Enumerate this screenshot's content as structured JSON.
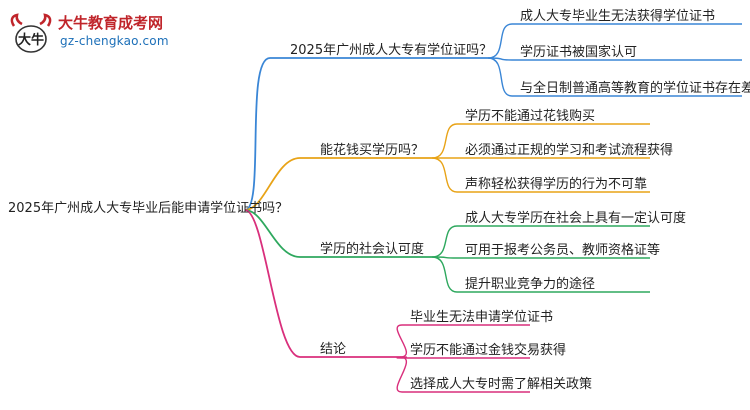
{
  "logo": {
    "mark_text": "大牛",
    "title": "大牛教育成考网",
    "url": "gz-chengkao.com"
  },
  "mindmap": {
    "root": "2025年广州成人大专毕业后能申请学位证书吗？",
    "branches": [
      {
        "label": "2025年广州成人大专有学位证吗？",
        "color": "#3a86d6",
        "children": [
          "成人大专毕业生无法获得学位证书",
          "学历证书被国家认可",
          "与全日制普通高等教育的学位证书存在差异"
        ]
      },
      {
        "label": "能花钱买学历吗？",
        "color": "#e8a317",
        "children": [
          "学历不能通过花钱购买",
          "必须通过正规的学习和考试流程获得",
          "声称轻松获得学历的行为不可靠"
        ]
      },
      {
        "label": "学历的社会认可度",
        "color": "#2ea85e",
        "children": [
          "成人大专学历在社会上具有一定认可度",
          "可用于报考公务员、教师资格证等",
          "提升职业竞争力的途径"
        ]
      },
      {
        "label": "结论",
        "color": "#d92f7c",
        "children": [
          "毕业生无法申请学位证书",
          "学历不能通过金钱交易获得",
          "选择成人大专时需了解相关政策"
        ]
      }
    ]
  }
}
